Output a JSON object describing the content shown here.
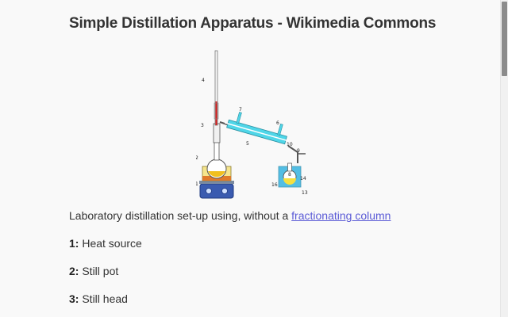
{
  "page": {
    "title": "Simple Distillation Apparatus - Wikimedia Commons"
  },
  "figure": {
    "icon_name": "distillation-apparatus-diagram",
    "labels": [
      "1",
      "2",
      "3",
      "4",
      "5",
      "6",
      "7",
      "8",
      "9",
      "10",
      "13",
      "14",
      "16"
    ],
    "colors": {
      "heat_source": "#3a5bb0",
      "heat_plate": "#e07a2a",
      "liquid_pot": "#f0c020",
      "condenser_water": "#4fd6e8",
      "thermometer_red": "#d81e1e",
      "ice_bath": "#2ab0e0"
    }
  },
  "caption": {
    "text": "Laboratory distillation set-up using, without a ",
    "link_text": "fractionating column"
  },
  "legend": [
    {
      "number": "1:",
      "text": " Heat source"
    },
    {
      "number": "2:",
      "text": " Still pot"
    },
    {
      "number": "3:",
      "text": " Still head"
    }
  ]
}
